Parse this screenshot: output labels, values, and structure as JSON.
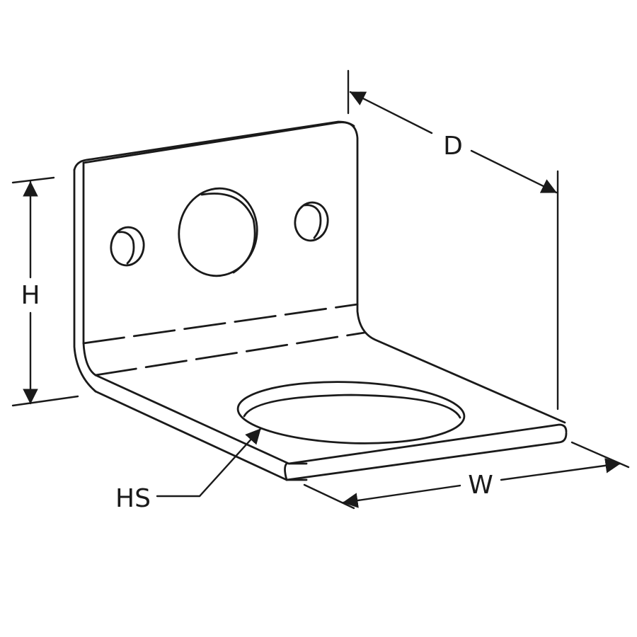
{
  "diagram": {
    "labels": {
      "depth": "D",
      "height": "H",
      "width": "W",
      "hole_size": "HS"
    }
  },
  "colors": {
    "line": "#1a1a1a",
    "background": "#ffffff"
  }
}
